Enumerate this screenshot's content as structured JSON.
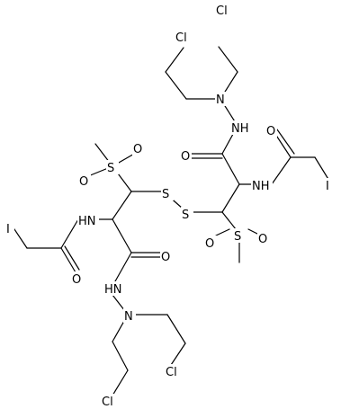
{
  "molecule": {
    "atoms": {
      "cl_top_left": "Cl",
      "cl_top_right": "Cl",
      "n_upper": "N",
      "nh_upper": "NH",
      "o_amide_upper_right": "O",
      "o_amide_upper_left": "O",
      "nh_amide_upper": "NH",
      "i_upper": "I",
      "s_sulfonyl_left": "S",
      "o_sulfonyl_left_top": "O",
      "o_sulfonyl_left_bottom": "O",
      "s_disulfide_1": "S",
      "s_disulfide_2": "S",
      "s_sulfonyl_right": "S",
      "o_sulfonyl_right_top": "O",
      "o_sulfonyl_right_bottom": "O",
      "i_lower": "I",
      "nh_amide_lower": "HN",
      "o_amide_lower_left": "O",
      "o_amide_lower_right": "O",
      "nh_lower": "HN",
      "n_lower": "N",
      "cl_bottom_right": "Cl",
      "cl_bottom_left": "Cl"
    }
  }
}
